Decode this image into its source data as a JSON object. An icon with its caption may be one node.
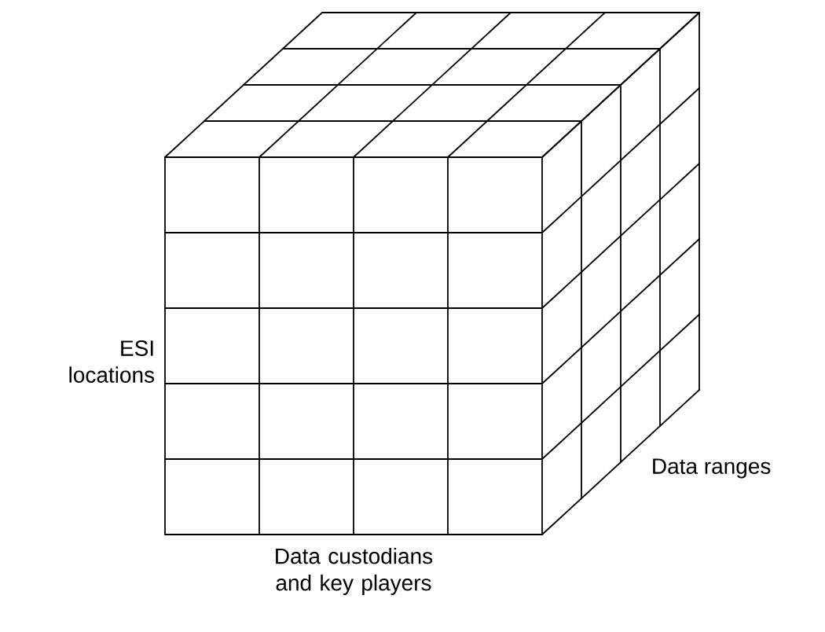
{
  "diagram": {
    "labels": [
      "ESI locations",
      "Data ranges",
      "Data custodians and key players"
    ]
  }
}
